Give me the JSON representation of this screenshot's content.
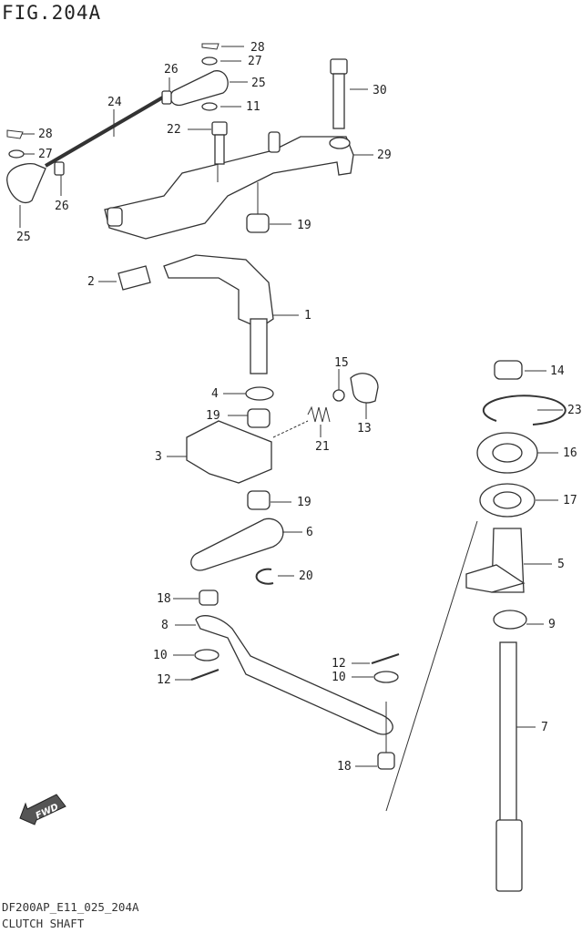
{
  "title": "FIG.204A",
  "footer": {
    "code": "DF200AP_E11_025_204A",
    "name": "CLUTCH SHAFT"
  },
  "fwd_label": "FWD",
  "callouts": [
    "28",
    "27",
    "26",
    "25",
    "24",
    "11",
    "22",
    "30",
    "29",
    "28",
    "27",
    "26",
    "25",
    "19",
    "2",
    "1",
    "15",
    "14",
    "4",
    "19",
    "13",
    "23",
    "21",
    "16",
    "3",
    "17",
    "19",
    "6",
    "5",
    "20",
    "18",
    "9",
    "8",
    "10",
    "12",
    "10",
    "12",
    "7",
    "18"
  ]
}
